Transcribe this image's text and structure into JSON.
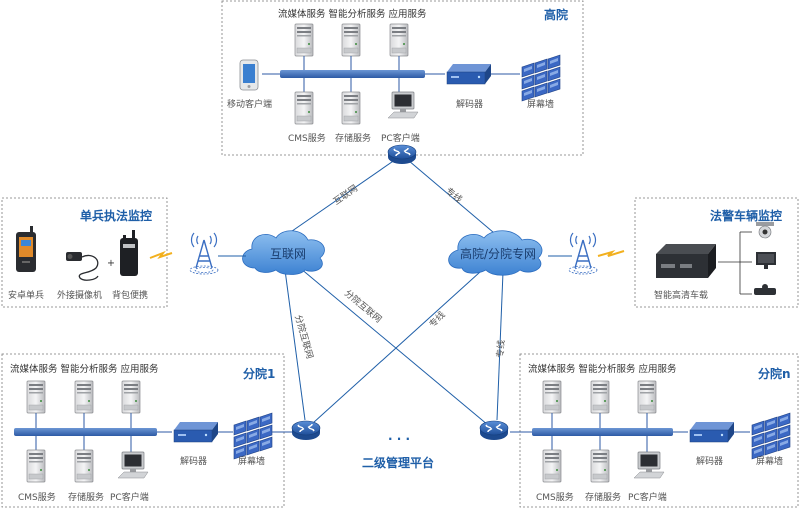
{
  "hq": {
    "title": "高院",
    "server_labels_top": "流媒体服务 智能分析服务 应用服务",
    "mobile_client": "移动客户端",
    "bottom_labels": [
      "CMS服务",
      "存储服务",
      "PC客户端"
    ],
    "decoder": "解码器",
    "screen_wall": "屏幕墙"
  },
  "soldier": {
    "title": "单兵执法监控",
    "items": [
      "安卓单兵",
      "外接摄像机",
      "背包便携"
    ],
    "plus": "+"
  },
  "vehicle": {
    "title": "法警车辆监控",
    "label": "智能高清车载"
  },
  "clouds": {
    "internet": "互联网",
    "private": "高院/分院专网"
  },
  "links": {
    "internet": "互联网",
    "private": "专线",
    "branch_internet_a": "分院互联网",
    "branch_internet_b": "分院互联网",
    "private_a": "专线",
    "private_b": "专线"
  },
  "branch1": {
    "title": "分院1",
    "server_labels_top": "流媒体服务 智能分析服务 应用服务",
    "bottom_labels": [
      "CMS服务",
      "存储服务",
      "PC客户端"
    ],
    "decoder": "解码器",
    "screen_wall": "屏幕墙"
  },
  "branchn": {
    "title": "分院n",
    "server_labels_top": "流媒体服务 智能分析服务 应用服务",
    "bottom_labels": [
      "CMS服务",
      "存储服务",
      "PC客户端"
    ],
    "decoder": "解码器",
    "screen_wall": "屏幕墙"
  },
  "platform": {
    "ellipsis": ". . .",
    "label": "二级管理平台"
  }
}
